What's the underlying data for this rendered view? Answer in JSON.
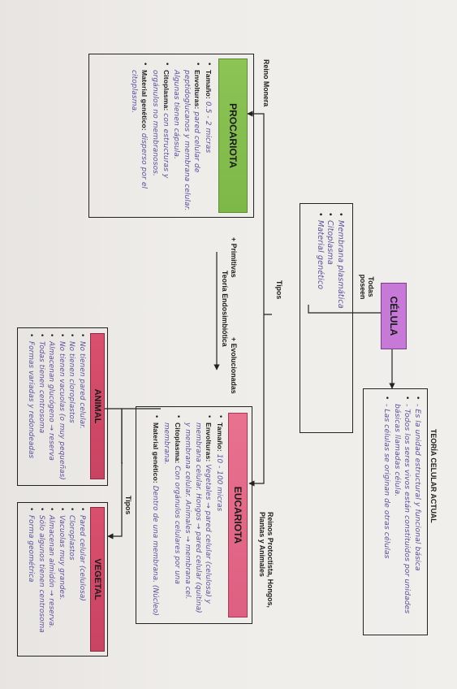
{
  "celula": {
    "title": "CÉLULA",
    "poseen_label_1": "Todas",
    "poseen_label_2": "poseen",
    "poseen": [
      "Membrana plasmática",
      "Citoplasma",
      "Material genético"
    ]
  },
  "teoria": {
    "title": "TEORÍA CELULAR ACTUAL",
    "items": [
      "- Es la unidad estructural y funcional básica",
      "- Todos los seres vivos están constituidos por unidades básicas llamadas célula.",
      "- Las células se originan de otras células"
    ]
  },
  "labels": {
    "tipos": "Tipos"
  },
  "procariota": {
    "reino": "Reino Monera",
    "title": "PROCARIOTA",
    "items": [
      {
        "k": "Tamaño:",
        "v": "0.5 - 2 micras"
      },
      {
        "k": "Envolturas:",
        "v": "pared celular de peptidoglucanos y membrana celular. Algunas tienen cápsula."
      },
      {
        "k": "Citoplasma:",
        "v": "con estructuras y orgánulos no membranosos."
      },
      {
        "k": "Material genético:",
        "v": "disperso por el citoplasma."
      }
    ]
  },
  "endosimbiotica": {
    "left": "+ Primitivas",
    "title": "Teoría Endosimbiótica",
    "right": "+ Evolucionadas"
  },
  "eucariota": {
    "reino_1": "Reinos Protoctista, Hongos,",
    "reino_2": "Plantas y Animales",
    "title": "EUCARIOTA",
    "items": [
      {
        "k": "Tamaño:",
        "v": "10 - 100 micras"
      },
      {
        "k": "Envolturas:",
        "v": "Vegetales → pared celular (celulosa) y membrana celular. Hongos → pared celular (quitina) y membrana celular. Animales → membrana cel."
      },
      {
        "k": "Citoplasma:",
        "v": "Con orgánulos celulares por una membrana."
      },
      {
        "k": "Material genético:",
        "v": "Dentro de una membrana. (Núcleo)"
      }
    ]
  },
  "animal": {
    "title": "ANIMAL",
    "items": [
      "No tienen pared celular.",
      "No tienen cloroplastos",
      "No tienen vacuolas (o muy pequeñas)",
      "Almacenan glucógeno → reserva",
      "Todas tienen centrosoma",
      "Formas variadas y redondeadas"
    ]
  },
  "vegetal": {
    "title": "VEGETAL",
    "items": [
      "Pared celular (celulosa)",
      "Cloroplastos",
      "Vacuolas muy grandes.",
      "Almacenan almidón → reserva.",
      "Sólo algunos tienen centrosoma",
      "Forma geométrica"
    ]
  }
}
